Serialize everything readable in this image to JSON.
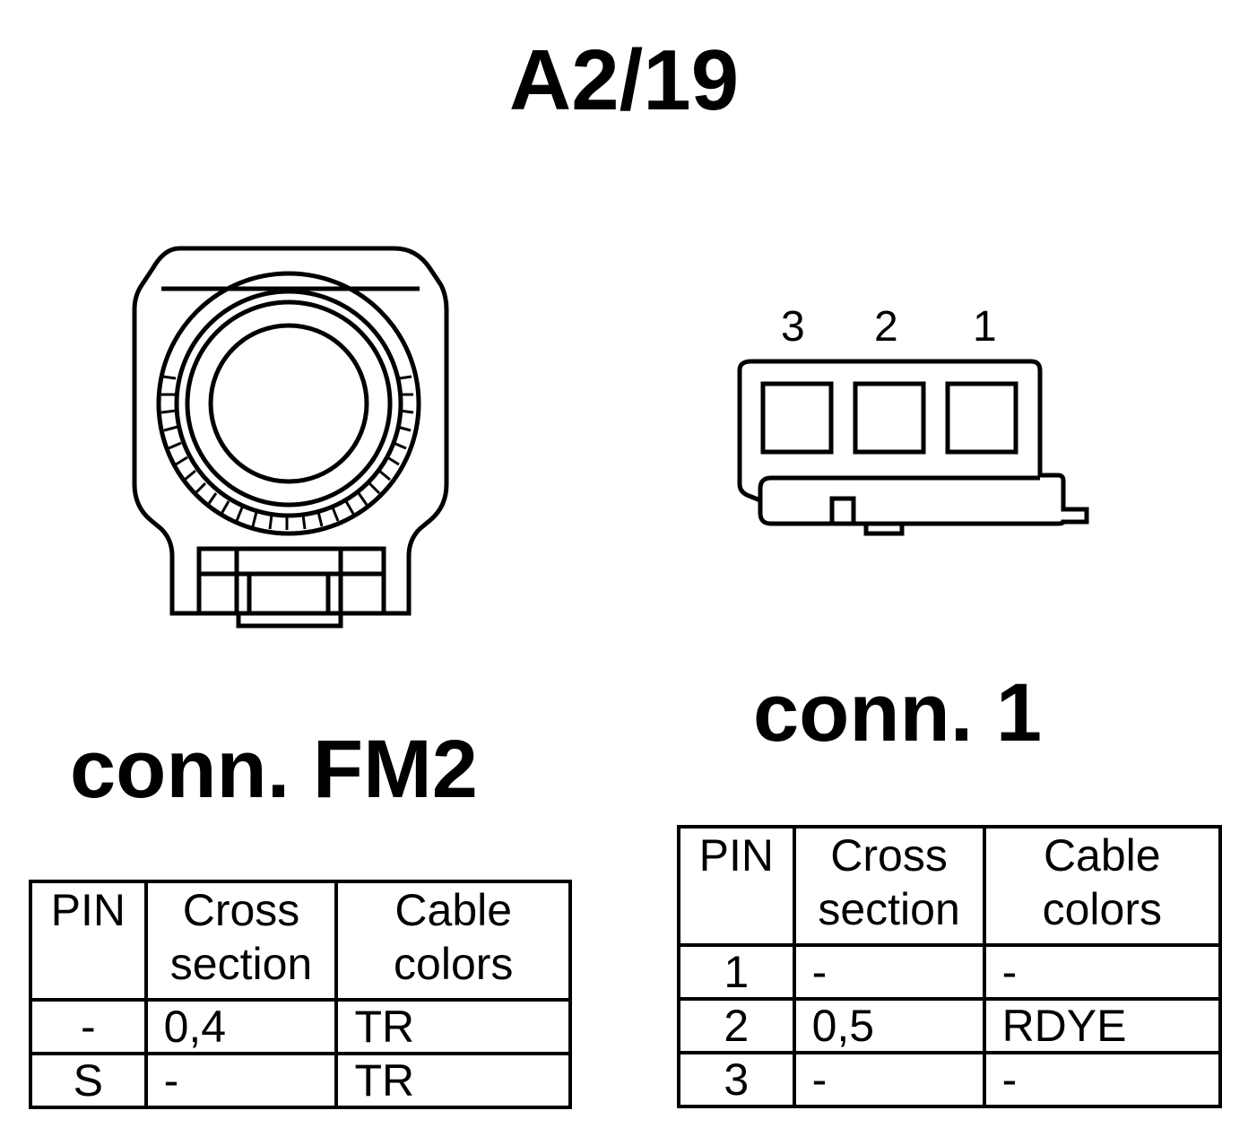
{
  "title": "A2/19",
  "connectors": [
    {
      "label": "conn. FM2",
      "headers": [
        "PIN",
        "Cross section",
        "Cable colors"
      ],
      "rows": [
        {
          "pin": "-",
          "cross_section": "0,4",
          "cable_colors": "TR"
        },
        {
          "pin": "S",
          "cross_section": "-",
          "cable_colors": "TR"
        }
      ]
    },
    {
      "label": "conn. 1",
      "pin_numbers": [
        "3",
        "2",
        "1"
      ],
      "headers": [
        "PIN",
        "Cross section",
        "Cable colors"
      ],
      "rows": [
        {
          "pin": "1",
          "cross_section": "-",
          "cable_colors": "-"
        },
        {
          "pin": "2",
          "cross_section": "0,5",
          "cable_colors": "RDYE"
        },
        {
          "pin": "3",
          "cross_section": "-",
          "cable_colors": "-"
        }
      ]
    }
  ]
}
